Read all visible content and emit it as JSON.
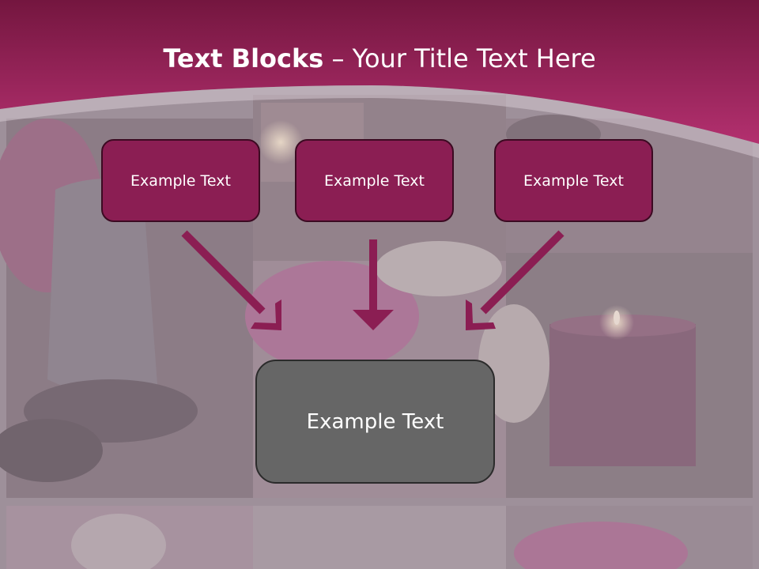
{
  "slide": {
    "title_bold": "Text Blocks",
    "title_rest": " – Your Title Text Here",
    "top_boxes": [
      {
        "label": "Example Text"
      },
      {
        "label": "Example Text"
      },
      {
        "label": "Example Text"
      }
    ],
    "main_box": {
      "label": "Example Text"
    }
  },
  "colors": {
    "title_band": "#9c2a62",
    "box_fill": "#8b1e53",
    "box_border": "#3c0a22",
    "arrow": "#8b1e53",
    "main_box_fill": "#666666"
  }
}
